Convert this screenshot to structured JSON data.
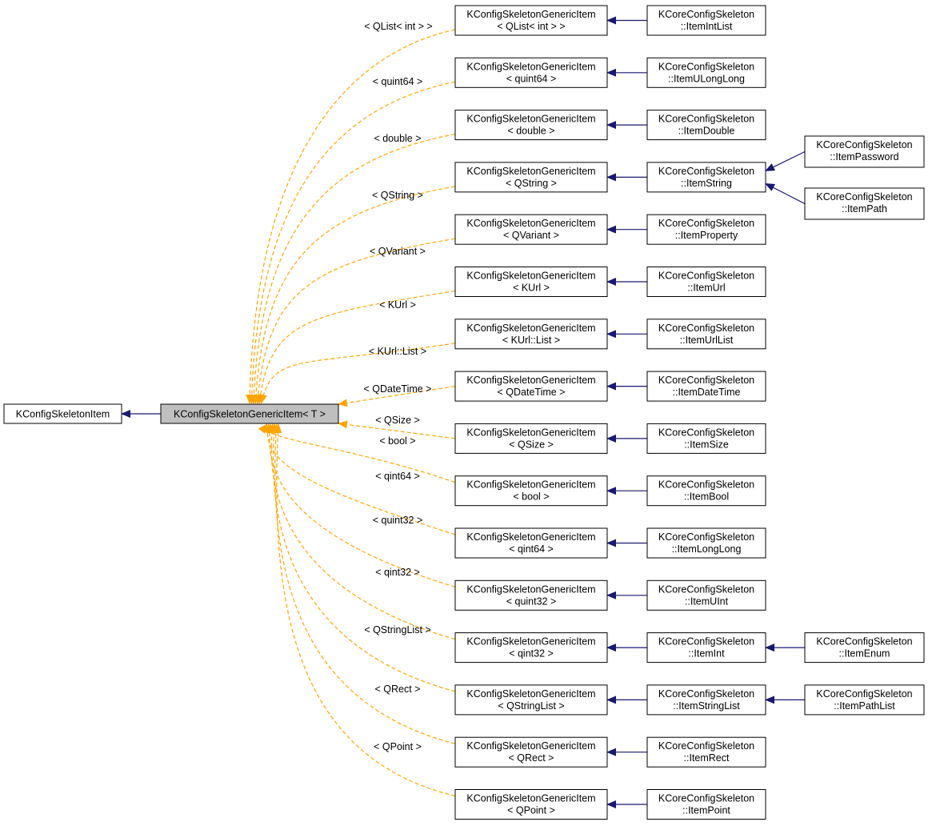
{
  "colors": {
    "node_border": "#000000",
    "node_fill": "#ffffff",
    "focus_fill": "#bfbfbf",
    "inherit_edge": "#191970",
    "template_edge": "#ffa500"
  },
  "nodes": {
    "base": {
      "lines": [
        "KConfigSkeletonItem"
      ]
    },
    "focus": {
      "lines": [
        "KConfigSkeletonGenericItem< T >"
      ]
    },
    "generic": [
      {
        "lines": [
          "KConfigSkeletonGenericItem",
          "< QList< int > >"
        ]
      },
      {
        "lines": [
          "KConfigSkeletonGenericItem",
          "< quint64 >"
        ]
      },
      {
        "lines": [
          "KConfigSkeletonGenericItem",
          "< double >"
        ]
      },
      {
        "lines": [
          "KConfigSkeletonGenericItem",
          "< QString >"
        ]
      },
      {
        "lines": [
          "KConfigSkeletonGenericItem",
          "< QVariant >"
        ]
      },
      {
        "lines": [
          "KConfigSkeletonGenericItem",
          "< KUrl >"
        ]
      },
      {
        "lines": [
          "KConfigSkeletonGenericItem",
          "< KUrl::List >"
        ]
      },
      {
        "lines": [
          "KConfigSkeletonGenericItem",
          "< QDateTime >"
        ]
      },
      {
        "lines": [
          "KConfigSkeletonGenericItem",
          "< QSize >"
        ]
      },
      {
        "lines": [
          "KConfigSkeletonGenericItem",
          "< bool >"
        ]
      },
      {
        "lines": [
          "KConfigSkeletonGenericItem",
          "< qint64 >"
        ]
      },
      {
        "lines": [
          "KConfigSkeletonGenericItem",
          "< quint32 >"
        ]
      },
      {
        "lines": [
          "KConfigSkeletonGenericItem",
          "< qint32 >"
        ]
      },
      {
        "lines": [
          "KConfigSkeletonGenericItem",
          "< QStringList >"
        ]
      },
      {
        "lines": [
          "KConfigSkeletonGenericItem",
          "< QRect >"
        ]
      },
      {
        "lines": [
          "KConfigSkeletonGenericItem",
          "< QPoint >"
        ]
      }
    ],
    "items": [
      {
        "lines": [
          "KCoreConfigSkeleton",
          "::ItemIntList"
        ]
      },
      {
        "lines": [
          "KCoreConfigSkeleton",
          "::ItemULongLong"
        ]
      },
      {
        "lines": [
          "KCoreConfigSkeleton",
          "::ItemDouble"
        ]
      },
      {
        "lines": [
          "KCoreConfigSkeleton",
          "::ItemString"
        ]
      },
      {
        "lines": [
          "KCoreConfigSkeleton",
          "::ItemProperty"
        ]
      },
      {
        "lines": [
          "KCoreConfigSkeleton",
          "::ItemUrl"
        ]
      },
      {
        "lines": [
          "KCoreConfigSkeleton",
          "::ItemUrlList"
        ]
      },
      {
        "lines": [
          "KCoreConfigSkeleton",
          "::ItemDateTime"
        ]
      },
      {
        "lines": [
          "KCoreConfigSkeleton",
          "::ItemSize"
        ]
      },
      {
        "lines": [
          "KCoreConfigSkeleton",
          "::ItemBool"
        ]
      },
      {
        "lines": [
          "KCoreConfigSkeleton",
          "::ItemLongLong"
        ]
      },
      {
        "lines": [
          "KCoreConfigSkeleton",
          "::ItemUInt"
        ]
      },
      {
        "lines": [
          "KCoreConfigSkeleton",
          "::ItemInt"
        ]
      },
      {
        "lines": [
          "KCoreConfigSkeleton",
          "::ItemStringList"
        ]
      },
      {
        "lines": [
          "KCoreConfigSkeleton",
          "::ItemRect"
        ]
      },
      {
        "lines": [
          "KCoreConfigSkeleton",
          "::ItemPoint"
        ]
      }
    ],
    "extra": [
      {
        "lines": [
          "KCoreConfigSkeleton",
          "::ItemPassword"
        ]
      },
      {
        "lines": [
          "KCoreConfigSkeleton",
          "::ItemPath"
        ]
      },
      {
        "lines": [
          "KCoreConfigSkeleton",
          "::ItemEnum"
        ]
      },
      {
        "lines": [
          "KCoreConfigSkeleton",
          "::ItemPathList"
        ]
      }
    ]
  },
  "edge_labels": [
    "< QList< int > >",
    "< quint64 >",
    "< double >",
    "< QString >",
    "< QVariant >",
    "< KUrl >",
    "< KUrl::List >",
    "< QDateTime >",
    "< QSize >",
    "< bool >",
    "< qint64 >",
    "< quint32 >",
    "< qint32 >",
    "< QStringList >",
    "< QRect >",
    "< QPoint >"
  ]
}
